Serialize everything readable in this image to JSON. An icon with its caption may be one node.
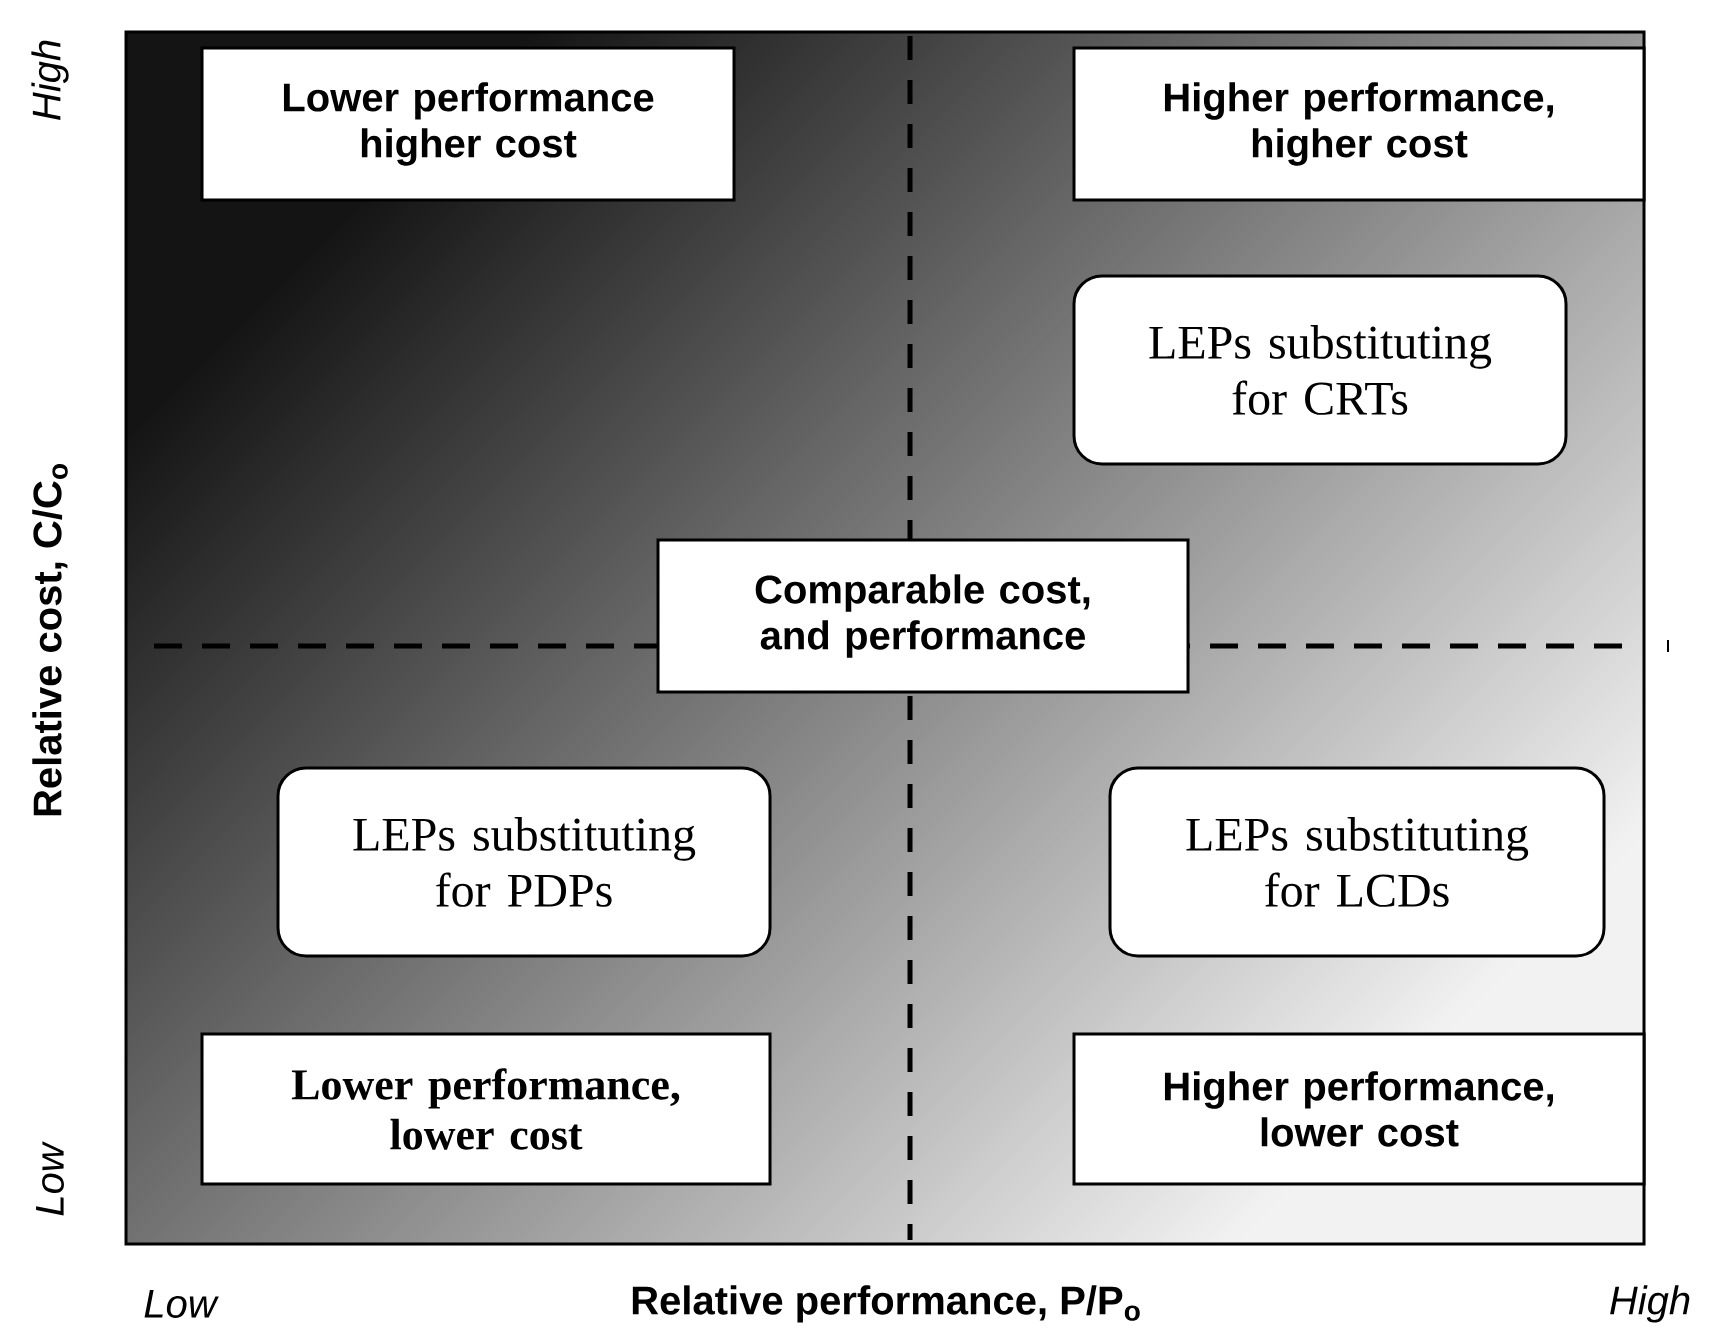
{
  "diagram": {
    "nodes": [
      {
        "text": [
          "Lower performance higher cost"
        ]
      },
      {
        "text": [
          "Higher performance, higher cost"
        ]
      },
      {
        "text": [
          "LEPs substituting for CRTs"
        ]
      },
      {
        "text": [
          "Comparable cost, and performance"
        ]
      },
      {
        "text": [
          "LEPs substituting for PDPs"
        ]
      },
      {
        "text": [
          "LEPs substituting for LCDs"
        ]
      },
      {
        "text": [
          "Lower performance, lower cost"
        ]
      },
      {
        "text": [
          "Higher performance, lower cost"
        ]
      }
    ],
    "labels": [
      "High",
      "Relative cost, C/C$_{o}$",
      "Low",
      "Low",
      "Relative performance, P/P$_{o}$",
      "High"
    ]
  }
}
